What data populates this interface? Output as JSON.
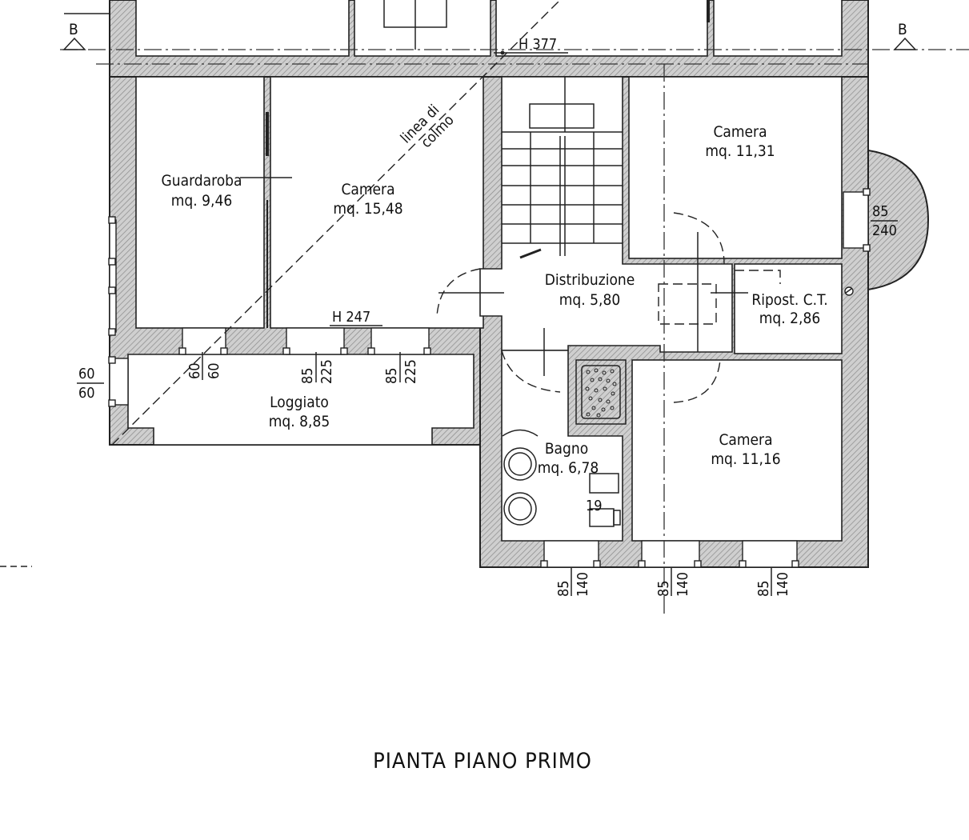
{
  "title": "PIANTA PIANO PRIMO",
  "section_markers": [
    "B",
    "B"
  ],
  "heights": {
    "top": "H 377",
    "loggia": "H 247"
  },
  "roof_note": {
    "line1": "linea di",
    "line2": "colmo"
  },
  "rooms": {
    "guardaroba": {
      "name": "Guardaroba",
      "area": "mq. 9,46"
    },
    "camera_1": {
      "name": "Camera",
      "area": "mq. 15,48"
    },
    "camera_2": {
      "name": "Camera",
      "area": "mq. 11,31"
    },
    "distribuzione": {
      "name": "Distribuzione",
      "area": "mq. 5,80"
    },
    "ripostiglio": {
      "name": "Ripost. C.T.",
      "area": "mq. 2,86"
    },
    "loggiato": {
      "name": "Loggiato",
      "area": "mq. 8,85"
    },
    "bagno": {
      "name": "Bagno",
      "area": "mq. 6,78"
    },
    "camera_3": {
      "name": "Camera",
      "area": "mq. 11,16"
    }
  },
  "openings": {
    "side_left": {
      "top": "60",
      "bottom": "60"
    },
    "side_right": {
      "top": "85",
      "bottom": "240"
    },
    "loggia_1": {
      "a": "60",
      "b": "60"
    },
    "loggia_2": {
      "a": "85",
      "b": "225"
    },
    "loggia_3": {
      "a": "85",
      "b": "225"
    },
    "bottom_1": {
      "a": "85",
      "b": "140"
    },
    "bottom_2": {
      "a": "85",
      "b": "140"
    },
    "bottom_3": {
      "a": "85",
      "b": "140"
    },
    "bath_fixture": "19"
  }
}
